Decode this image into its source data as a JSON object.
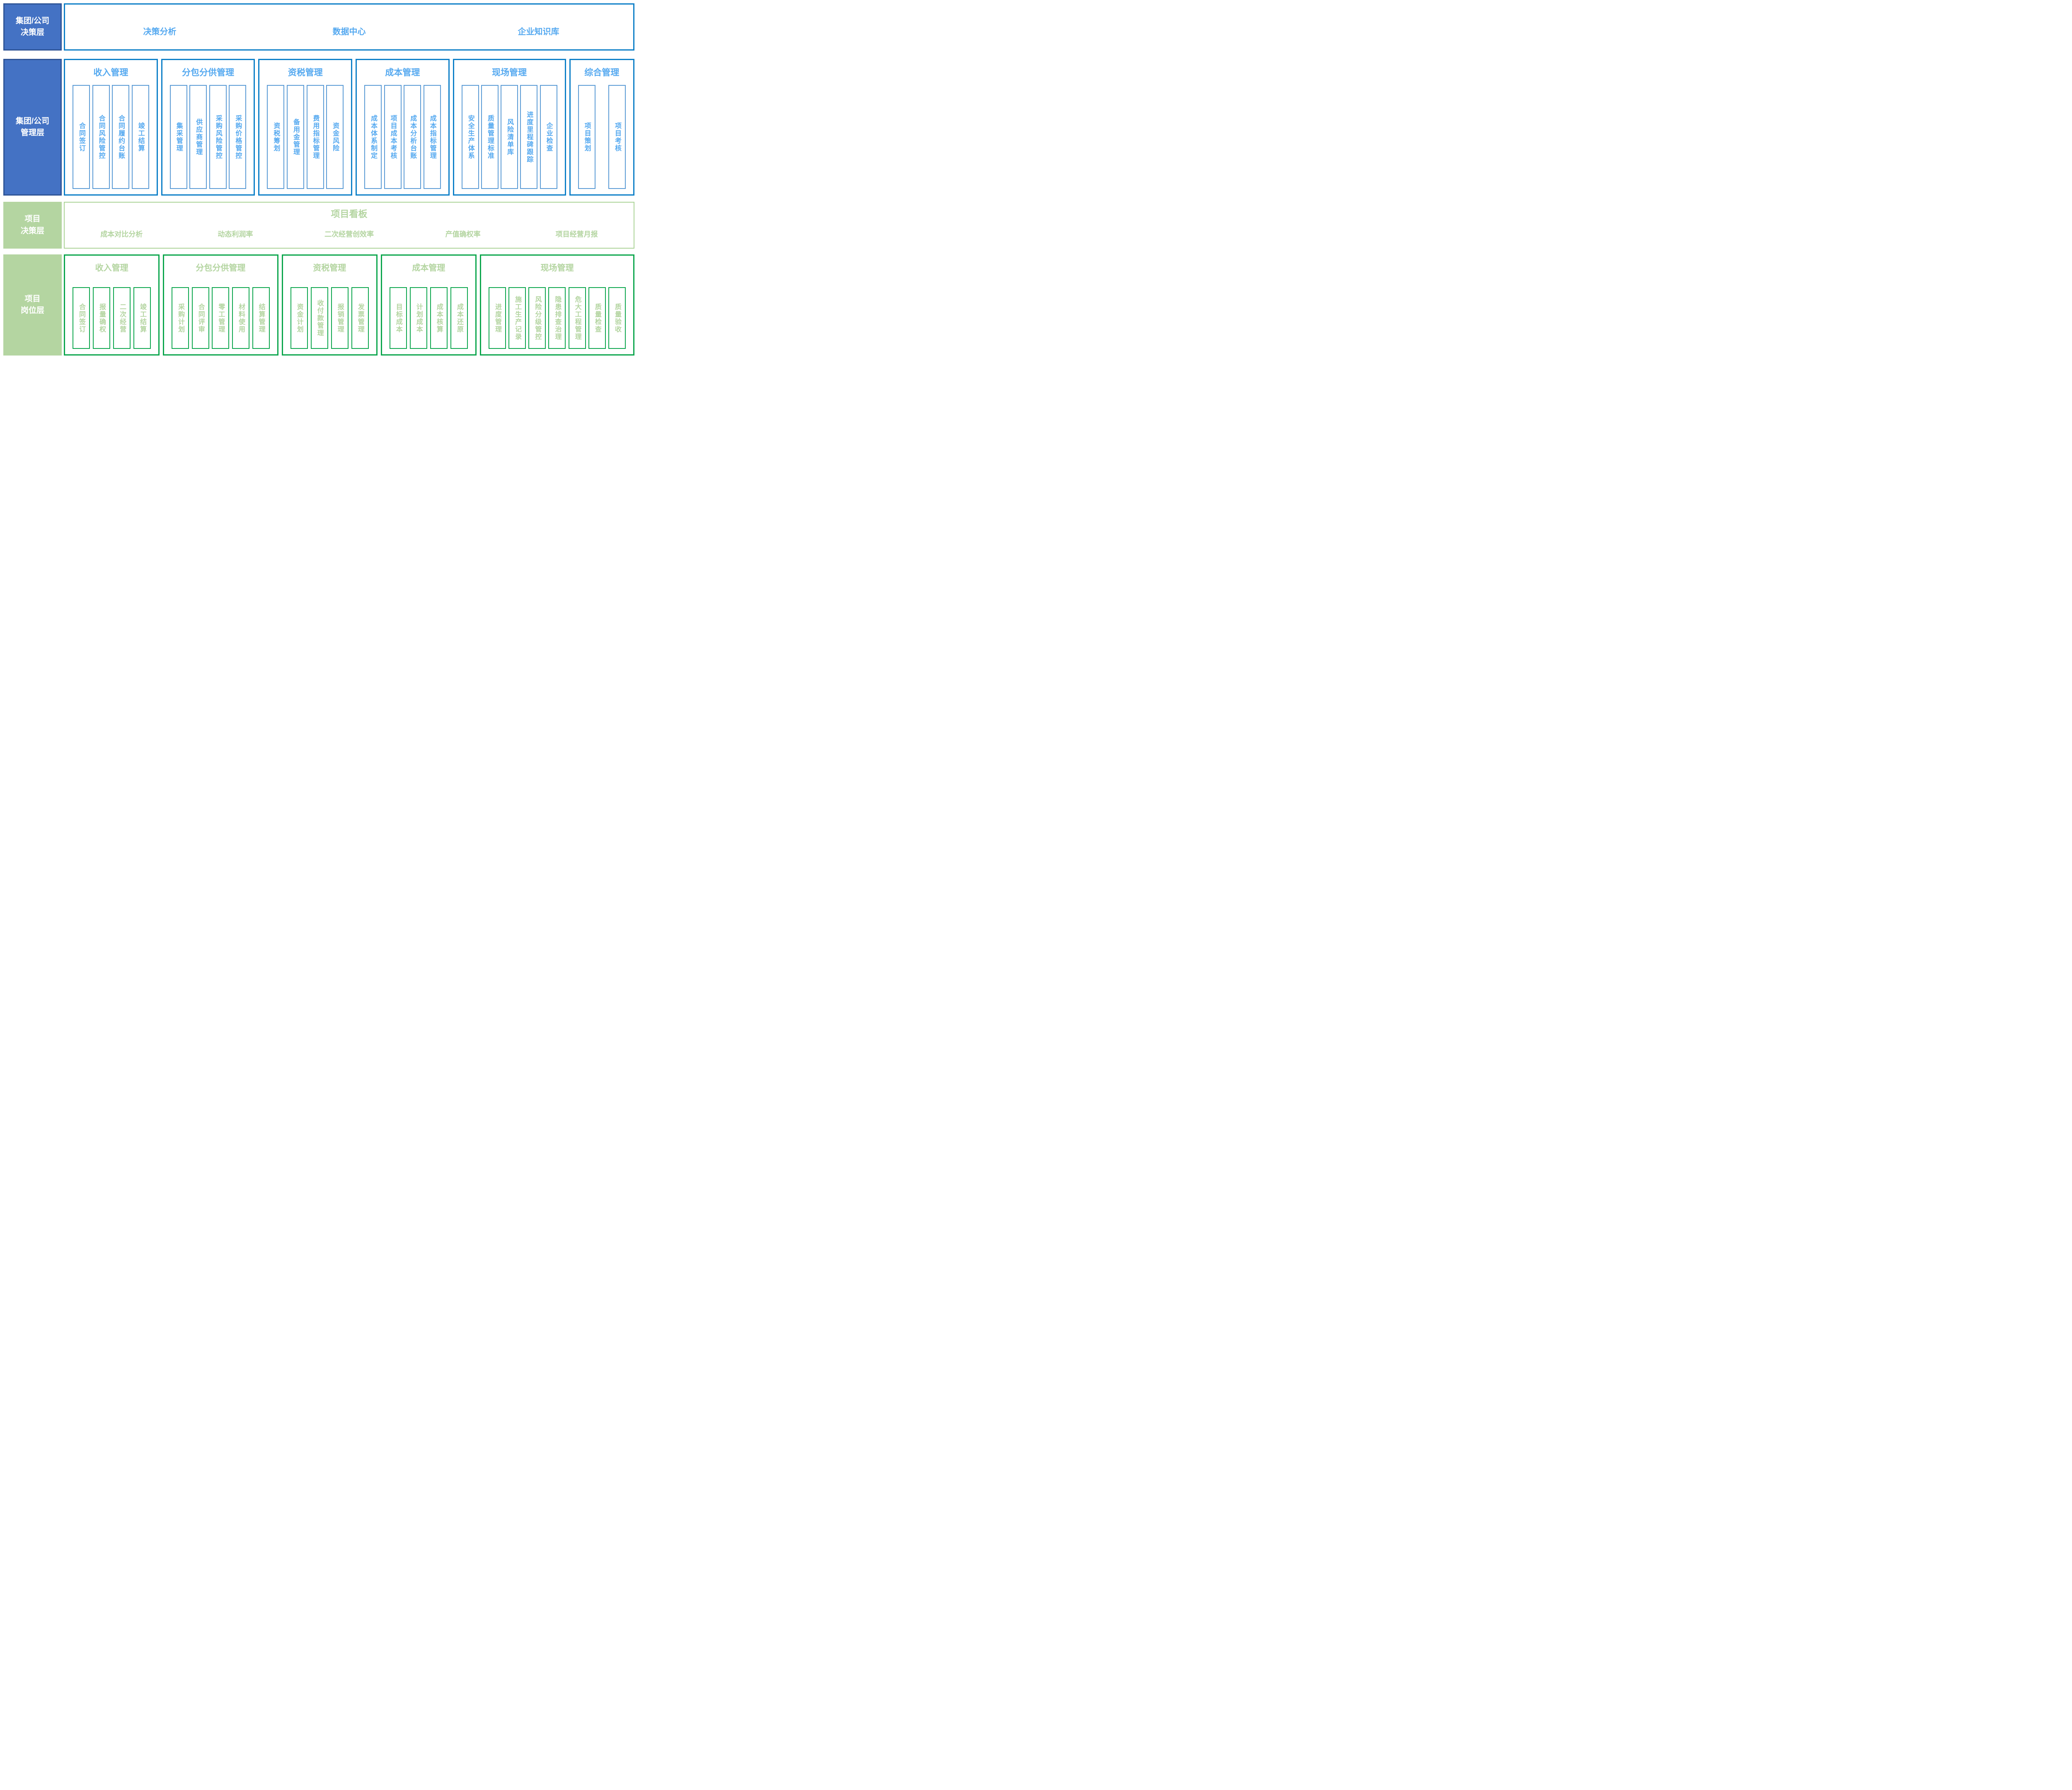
{
  "palette": {
    "blue_label_bg": "#4472C4",
    "blue_label_border": "#2F5597",
    "blue_box_border": "#0E80C8",
    "blue_inner_border": "#5B9BD5",
    "blue_text": "#55A9F0",
    "green_label_bg": "#B4D5A1",
    "green_board_border": "#ABD396",
    "green_box_border": "#0CA64D",
    "green_text": "#B4D5A1",
    "label_text": "#FFFFFF"
  },
  "rows": [
    {
      "id": "group-decision-layer",
      "label_line1": "集团/公司",
      "label_line2": "决策层",
      "items": [
        "决策分析",
        "数据中心",
        "企业知识库"
      ]
    },
    {
      "id": "group-management-layer",
      "label_line1": "集团/公司",
      "label_line2": "管理层",
      "groups": [
        {
          "title": "收入管理",
          "items": [
            "合同签订",
            "合同风险管控",
            "合同履约台账",
            "竣工结算"
          ]
        },
        {
          "title": "分包分供管理",
          "items": [
            "集采管理",
            "供应商管理",
            "采购风险管控",
            "采购价格管控"
          ]
        },
        {
          "title": "资税管理",
          "items": [
            "资税筹划",
            "备用金管理",
            "费用指标管理",
            "资金风险"
          ]
        },
        {
          "title": "成本管理",
          "items": [
            "成本体系制定",
            "项目成本考核",
            "成本分析台账",
            "成本指标管理"
          ]
        },
        {
          "title": "现场管理",
          "items": [
            "安全生产体系",
            "质量管理标准",
            "风险清单库",
            "进度里程碑跟踪",
            "企业检查"
          ]
        },
        {
          "title": "综合管理",
          "items": [
            "项目策划",
            "项目考核"
          ]
        }
      ]
    },
    {
      "id": "project-decision-layer",
      "label_line1": "项目",
      "label_line2": "决策层",
      "board_title": "项目看板",
      "items": [
        "成本对比分析",
        "动态利润率",
        "二次经营创效率",
        "产值确权率",
        "项目经营月报"
      ]
    },
    {
      "id": "project-post-layer",
      "label_line1": "项目",
      "label_line2": "岗位层",
      "groups": [
        {
          "title": "收入管理",
          "items": [
            "合同签订",
            "报量确权",
            "二次经营",
            "竣工结算"
          ]
        },
        {
          "title": "分包分供管理",
          "items": [
            "采购计划",
            "合同评审",
            "零工管理",
            "材料使用",
            "结算管理"
          ]
        },
        {
          "title": "资税管理",
          "items": [
            "资金计划",
            "收付款管理",
            "报销管理",
            "发票管理"
          ]
        },
        {
          "title": "成本管理",
          "items": [
            "目标成本",
            "计划成本",
            "成本核算",
            "成本还原"
          ]
        },
        {
          "title": "现场管理",
          "items": [
            "进度管理",
            "施工生产记录",
            "风险分级管控",
            "隐患排查治理",
            "危大工程管理",
            "质量检查",
            "质量验收"
          ]
        }
      ]
    }
  ]
}
